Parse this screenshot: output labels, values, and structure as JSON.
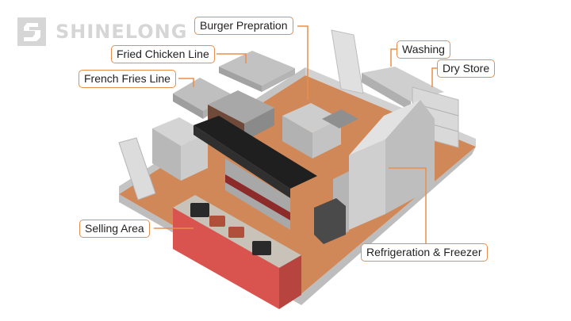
{
  "brand": {
    "name": "SHINELONG"
  },
  "colors": {
    "accent": "#e88d4a",
    "floor": "#d08858",
    "wall": "#c9c9c9",
    "counter": "#d9534f",
    "steel": "#c8c8c8"
  },
  "labels": [
    {
      "id": "burger",
      "text": "Burger Prepration"
    },
    {
      "id": "fried-chicken",
      "text": "Fried Chicken Line"
    },
    {
      "id": "french-fries",
      "text": "French Fries Line"
    },
    {
      "id": "washing",
      "text": "Washing"
    },
    {
      "id": "dry-store",
      "text": "Dry Store"
    },
    {
      "id": "selling",
      "text": "Selling Area"
    },
    {
      "id": "refrigeration",
      "text": "Refrigeration & Freezer"
    }
  ]
}
